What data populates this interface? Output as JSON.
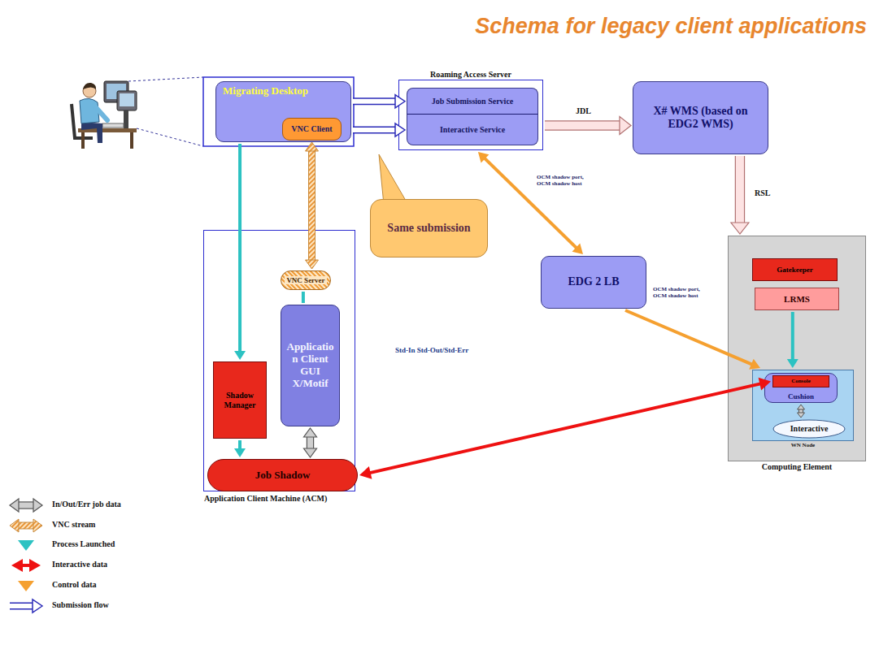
{
  "diagram": {
    "title": "Schema for legacy client applications",
    "nodes": [
      {
        "text": [
          "Migrating Desktop"
        ]
      },
      {
        "text": [
          "VNC Client"
        ],
        "in": 0
      },
      {
        "text": [
          "Roaming Access Server"
        ]
      },
      {
        "text": [
          "Job Submission Service"
        ],
        "in": 2
      },
      {
        "text": [
          "Interactive Service"
        ],
        "in": 2
      },
      {
        "text": [
          "X# WMS (based on EDG2 WMS)"
        ]
      },
      {
        "text": [
          "Same submission"
        ]
      },
      {
        "text": [
          "EDG 2 LB"
        ]
      },
      {
        "text": [
          "Application Client Machine (ACM)"
        ]
      },
      {
        "text": [
          "VNC Server"
        ],
        "in": 8
      },
      {
        "text": [
          "Application Client GUI X/Motif"
        ],
        "in": 8
      },
      {
        "text": [
          "Shadow Manager"
        ],
        "in": 8
      },
      {
        "text": [
          "Job Shadow"
        ],
        "in": 8
      },
      {
        "text": [
          "Computing Element"
        ]
      },
      {
        "text": [
          "Gatekeeper"
        ],
        "in": 13
      },
      {
        "text": [
          "LRMS"
        ],
        "in": 13
      },
      {
        "text": [
          "WN Node"
        ],
        "in": 13
      },
      {
        "text": [
          "Cushion"
        ],
        "in": 16
      },
      {
        "text": [
          "Console"
        ],
        "in": 17
      },
      {
        "text": [
          "Interactive"
        ],
        "in": 16
      }
    ],
    "edges": [
      {
        "from": 0,
        "to": 3,
        "arrow": "to"
      },
      {
        "from": 0,
        "to": 4,
        "arrow": "to"
      },
      {
        "from": 2,
        "to": 5,
        "label": "JDL",
        "arrow": "to"
      },
      {
        "from": 5,
        "to": 13,
        "label": "RSL",
        "arrow": "to"
      },
      {
        "from": 2,
        "to": 7,
        "label": "OCM shadow port, OCM shadow host",
        "arrow": "both"
      },
      {
        "from": 7,
        "to": 16,
        "label": "OCM shadow port, OCM shadow host",
        "arrow": "to"
      },
      {
        "from": 0,
        "to": 11,
        "arrow": "to"
      },
      {
        "from": 1,
        "to": 9,
        "arrow": "both"
      },
      {
        "from": 9,
        "to": 10,
        "arrow": "none"
      },
      {
        "from": 11,
        "to": 12,
        "arrow": "to"
      },
      {
        "from": 10,
        "to": 12,
        "arrow": "both"
      },
      {
        "from": 12,
        "to": 18,
        "label": "Std-In Std-Out/Std-Err",
        "arrow": "both"
      },
      {
        "from": 15,
        "to": 16,
        "arrow": "to"
      },
      {
        "from": 17,
        "to": 19,
        "arrow": "both"
      }
    ],
    "legend": [
      {
        "text": "In/Out/Err job data"
      },
      {
        "text": "VNC stream"
      },
      {
        "text": "Process Launched"
      },
      {
        "text": "Interactive data"
      },
      {
        "text": "Control data"
      },
      {
        "text": "Submission flow"
      }
    ]
  }
}
